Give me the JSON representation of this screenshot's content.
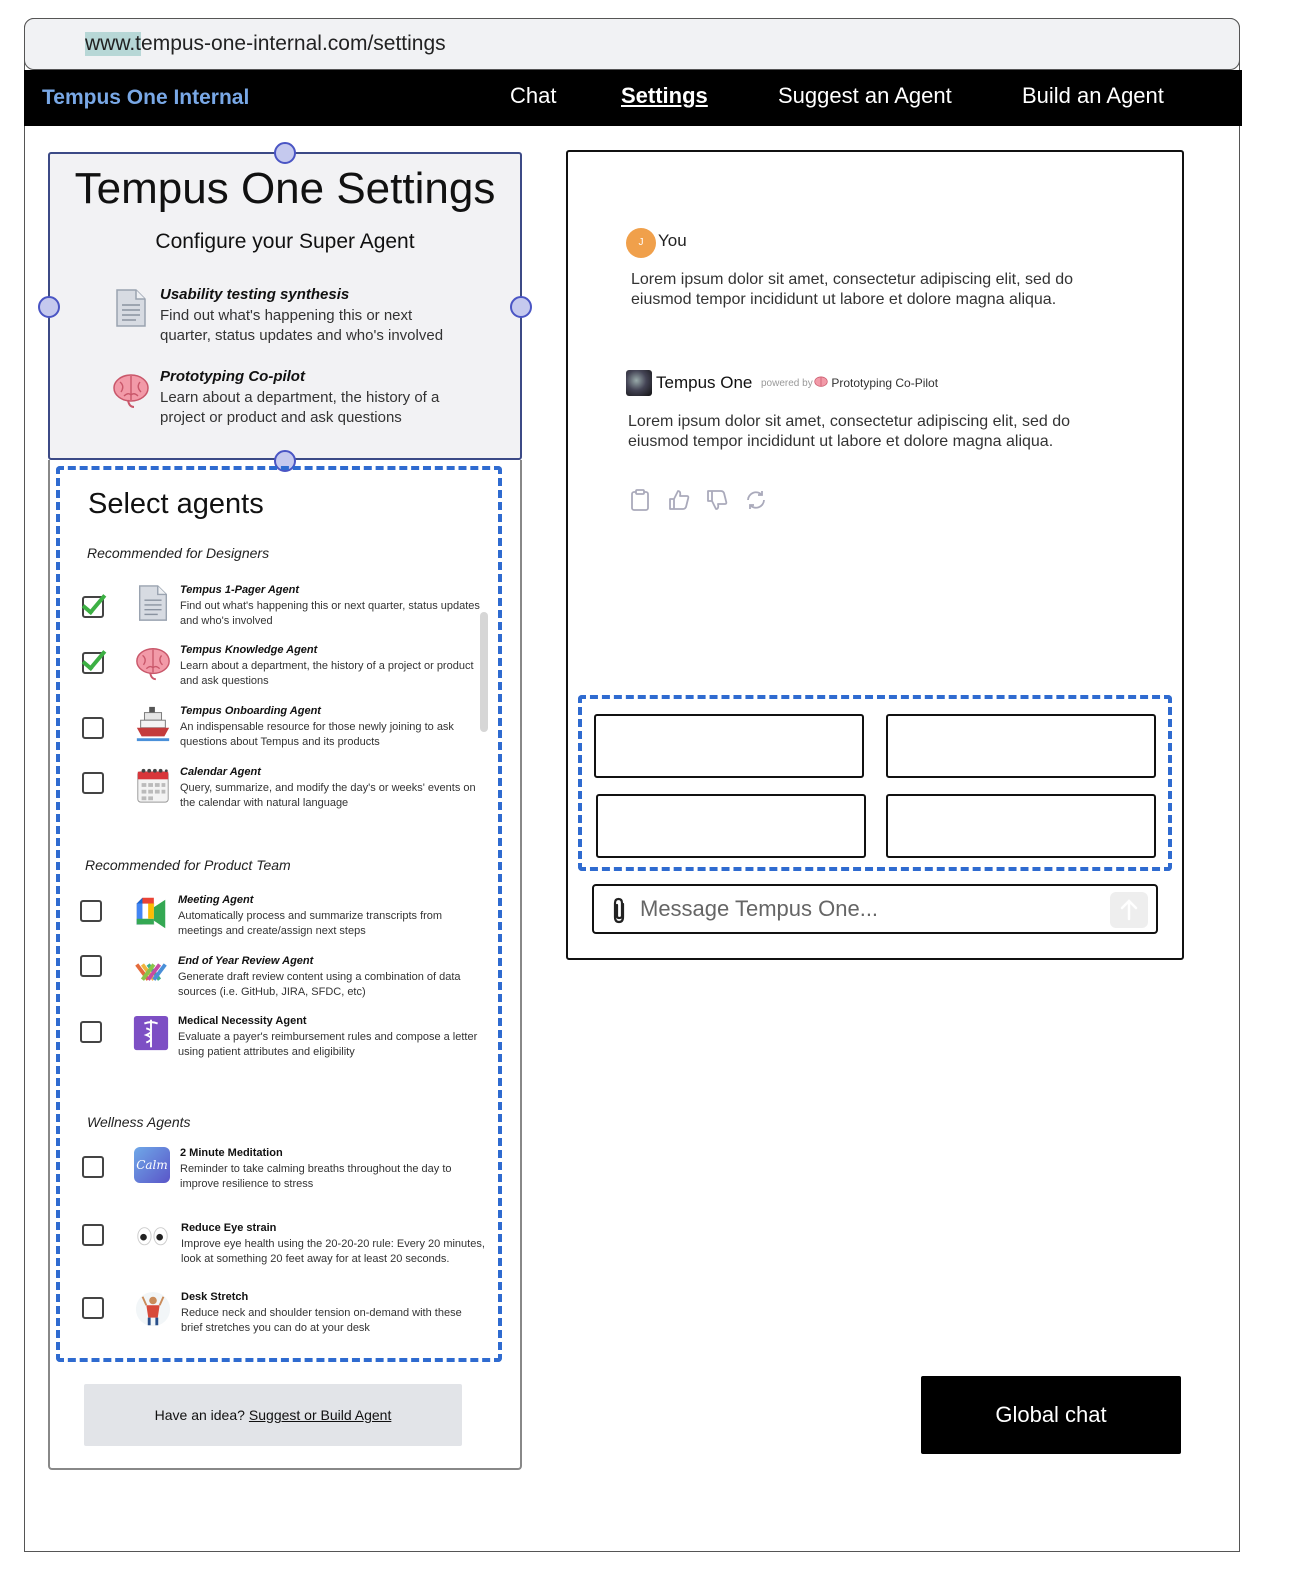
{
  "browser": {
    "url_highlight": "www.t",
    "url_rest": "empus-one-internal.com/settings"
  },
  "nav": {
    "brand": "Tempus One Internal",
    "links": [
      "Chat",
      "Settings",
      "Suggest an Agent",
      "Build an Agent"
    ],
    "active": "Settings"
  },
  "settings": {
    "title": "Tempus One Settings",
    "subtitle": "Configure your Super Agent",
    "features": [
      {
        "icon": "document-icon",
        "title": "Usability testing synthesis",
        "desc": "Find out what's happening this or next quarter, status updates and who's involved"
      },
      {
        "icon": "brain-icon",
        "title": "Prototyping Co-pilot",
        "desc": "Learn about a department, the history of a project or product and ask questions"
      }
    ]
  },
  "agents": {
    "title": "Select agents",
    "sections": [
      {
        "label": "Recommended for Designers",
        "items": [
          {
            "name": "Tempus 1-Pager Agent",
            "desc": "Find out what's happening this or next quarter, status updates and who's involved",
            "checked": true,
            "icon": "document-icon"
          },
          {
            "name": "Tempus Knowledge Agent",
            "desc": "Learn about a department, the history of a project or product and ask questions",
            "checked": true,
            "icon": "brain-icon"
          },
          {
            "name": "Tempus Onboarding Agent",
            "desc": "An indispensable resource for those newly joining to ask questions about Tempus and its products",
            "checked": false,
            "icon": "ship-icon"
          },
          {
            "name": "Calendar Agent",
            "desc": "Query, summarize, and modify the day's or weeks' events on the calendar with natural language",
            "checked": false,
            "icon": "calendar-icon"
          }
        ]
      },
      {
        "label": "Recommended for Product Team",
        "items": [
          {
            "name": "Meeting Agent",
            "desc": "Automatically process and summarize transcripts from meetings and create/assign next steps",
            "checked": false,
            "icon": "meet-icon"
          },
          {
            "name": "End of Year Review Agent",
            "desc": "Generate draft review content using a combination of data sources (i.e. GitHub, JIRA, SFDC, etc)",
            "checked": false,
            "icon": "weave-icon"
          },
          {
            "name": "Medical Necessity Agent",
            "desc": "Evaluate a payer's reimbursement rules and compose a letter using patient attributes and eligibility",
            "checked": false,
            "icon": "caduceus-icon"
          }
        ]
      },
      {
        "label": "Wellness Agents",
        "items": [
          {
            "name": "2 Minute Meditation",
            "desc": "Reminder to take calming breaths throughout the day to improve resilience to stress",
            "checked": false,
            "icon": "calm-icon",
            "icon_text": "Calm"
          },
          {
            "name": "Reduce Eye strain",
            "desc": "Improve eye health using the 20-20-20 rule: Every 20 minutes, look at something 20 feet away for at least 20 seconds.",
            "checked": false,
            "icon": "eyes-icon"
          },
          {
            "name": "Desk Stretch",
            "desc": "Reduce neck and shoulder tension on-demand with these brief stretches you can do at your desk",
            "checked": false,
            "icon": "stretch-icon"
          }
        ]
      }
    ],
    "suggest_prefix": "Have an idea?",
    "suggest_link": "Suggest or Build Agent"
  },
  "chat": {
    "user_initial": "J",
    "user_name": "You",
    "user_message": "Lorem ipsum dolor sit amet, consectetur adipiscing elit, sed do eiusmod tempor incididunt ut labore et dolore magna aliqua.",
    "bot_name": "Tempus One",
    "powered_by": "powered by",
    "copilot_name": "Prototyping Co-Pilot",
    "bot_message": "Lorem ipsum dolor sit amet, consectetur adipiscing elit, sed do eiusmod tempor incididunt ut labore et dolore magna aliqua.",
    "actions": [
      "clipboard-icon",
      "thumbs-up-icon",
      "thumbs-down-icon",
      "refresh-icon"
    ],
    "composer_placeholder": "Message Tempus One..."
  },
  "global_chat_label": "Global chat",
  "colors": {
    "accent_blue": "#2f6bd0",
    "brand_text": "#79a8e6",
    "check_green": "#3cb043",
    "avatar_orange": "#f0a04b"
  }
}
